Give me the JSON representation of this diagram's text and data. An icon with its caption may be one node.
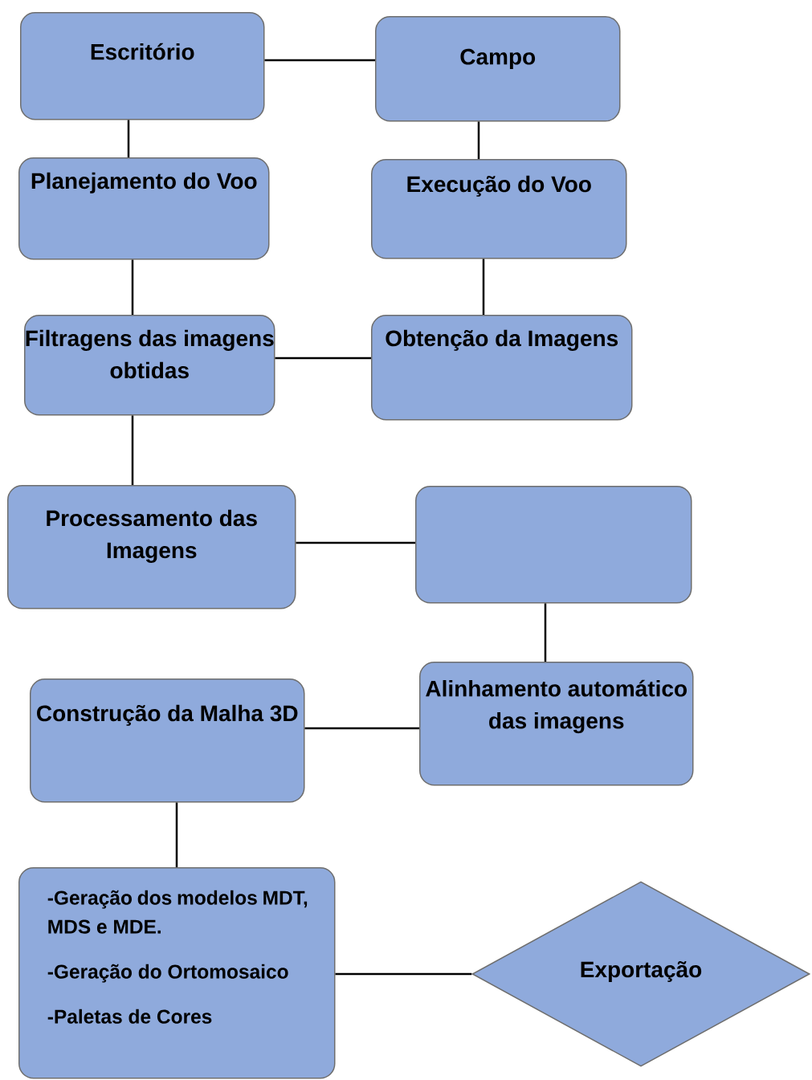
{
  "diagram": {
    "nodes": [
      {
        "text": [
          "Escritório"
        ]
      },
      {
        "text": [
          "Campo"
        ]
      },
      {
        "text": [
          "Planejamento do Voo"
        ]
      },
      {
        "text": [
          "Execução do Voo"
        ]
      },
      {
        "text": [
          "Filtragens das imagens obtidas"
        ]
      },
      {
        "text": [
          "Obtenção da Imagens"
        ]
      },
      {
        "text": [
          "Processamento das Imagens"
        ]
      },
      {
        "text": [],
        "shape": "box"
      },
      {
        "text": [
          "Alinhamento automático das imagens"
        ]
      },
      {
        "text": [
          "Construção da Malha 3D"
        ]
      },
      {
        "text": [
          "-Geração dos modelos MDT, MDS e MDE.",
          "-Geração do Ortomosaico",
          "-Paletas de Cores"
        ]
      },
      {
        "text": [
          "Exportação"
        ]
      }
    ],
    "edges": [
      {
        "from": 0,
        "to": 1,
        "arrow": "none"
      },
      {
        "from": 0,
        "to": 2,
        "arrow": "none"
      },
      {
        "from": 1,
        "to": 3,
        "arrow": "none"
      },
      {
        "from": 2,
        "to": 4,
        "arrow": "none"
      },
      {
        "from": 3,
        "to": 5,
        "arrow": "none"
      },
      {
        "from": 4,
        "to": 5,
        "arrow": "none"
      },
      {
        "from": 4,
        "to": 6,
        "arrow": "none"
      },
      {
        "from": 6,
        "to": 7,
        "arrow": "none"
      },
      {
        "from": 7,
        "to": 8,
        "arrow": "none"
      },
      {
        "from": 8,
        "to": 9,
        "arrow": "none"
      },
      {
        "from": 9,
        "to": 10,
        "arrow": "none"
      },
      {
        "from": 10,
        "to": 11,
        "arrow": "none"
      }
    ]
  }
}
